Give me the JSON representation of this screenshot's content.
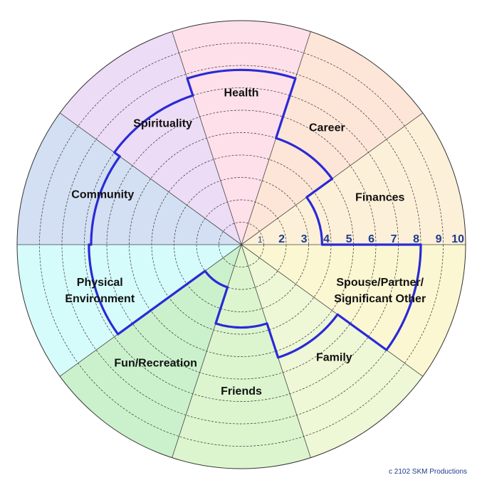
{
  "chart_data": {
    "type": "polar-area",
    "scale": {
      "min": 0,
      "max": 10,
      "tick_labels": [
        "1",
        "2",
        "3",
        "4",
        "5",
        "6",
        "7",
        "8",
        "9",
        "10"
      ]
    },
    "categories": [
      {
        "name": "Health",
        "value": 7.8,
        "color": "#fde0ea"
      },
      {
        "name": "Career",
        "value": 5.0,
        "color": "#fde6d8"
      },
      {
        "name": "Finances",
        "value": 3.6,
        "color": "#fdf0d8"
      },
      {
        "name": "Spouse/Partner/\nSignificant Other",
        "value": 8.0,
        "color": "#fbf7d2"
      },
      {
        "name": "Family",
        "value": 5.3,
        "color": "#eef7d6"
      },
      {
        "name": "Friends",
        "value": 3.7,
        "color": "#dcf5cf"
      },
      {
        "name": "Fun/Recreation",
        "value": 2.0,
        "color": "#cbf1cc"
      },
      {
        "name": "Physical\nEnvironment",
        "value": 6.8,
        "color": "#d6fbfb"
      },
      {
        "name": "Community",
        "value": 6.7,
        "color": "#d3dff3"
      },
      {
        "name": "Spirituality",
        "value": 7.0,
        "color": "#eddcf5"
      }
    ],
    "line_color": "#2a2ad6"
  },
  "footer": {
    "copyright": "c 2102 SKM Productions"
  }
}
